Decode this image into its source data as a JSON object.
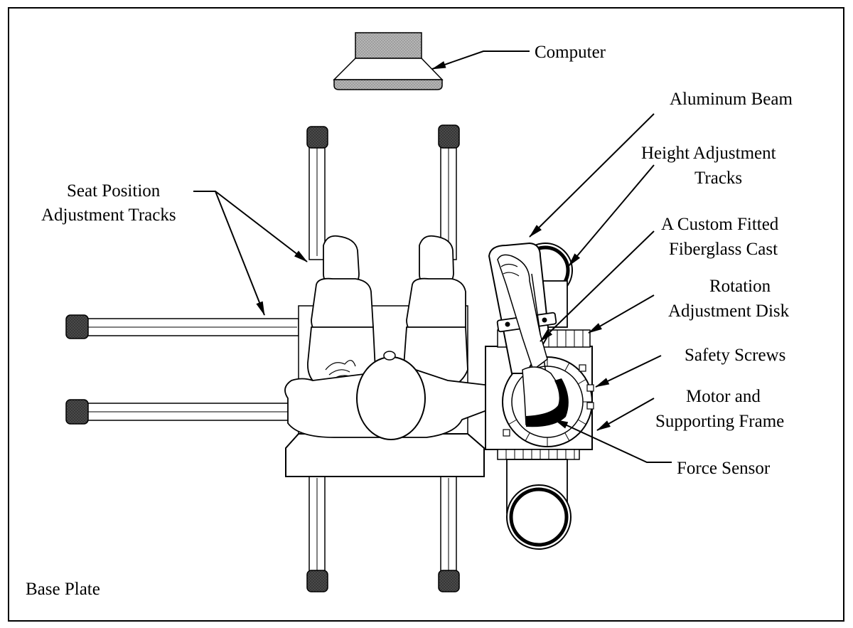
{
  "labels": {
    "computer": "Computer",
    "aluminum_beam": "Aluminum Beam",
    "height_adjustment_1": "Height Adjustment",
    "height_adjustment_2": "Tracks",
    "seat_position_1": "Seat Position",
    "seat_position_2": "Adjustment Tracks",
    "custom_cast_1": "A Custom Fitted",
    "custom_cast_2": "Fiberglass Cast",
    "rotation_disk_1": "Rotation",
    "rotation_disk_2": "Adjustment Disk",
    "safety_screws": "Safety Screws",
    "motor_frame_1": "Motor and",
    "motor_frame_2": "Supporting Frame",
    "force_sensor": "Force Sensor",
    "base_plate": "Base Plate"
  },
  "colors": {
    "line": "#000000",
    "dark_cap": "#3a3a3a",
    "computer_screen": "#a6a6a6"
  }
}
